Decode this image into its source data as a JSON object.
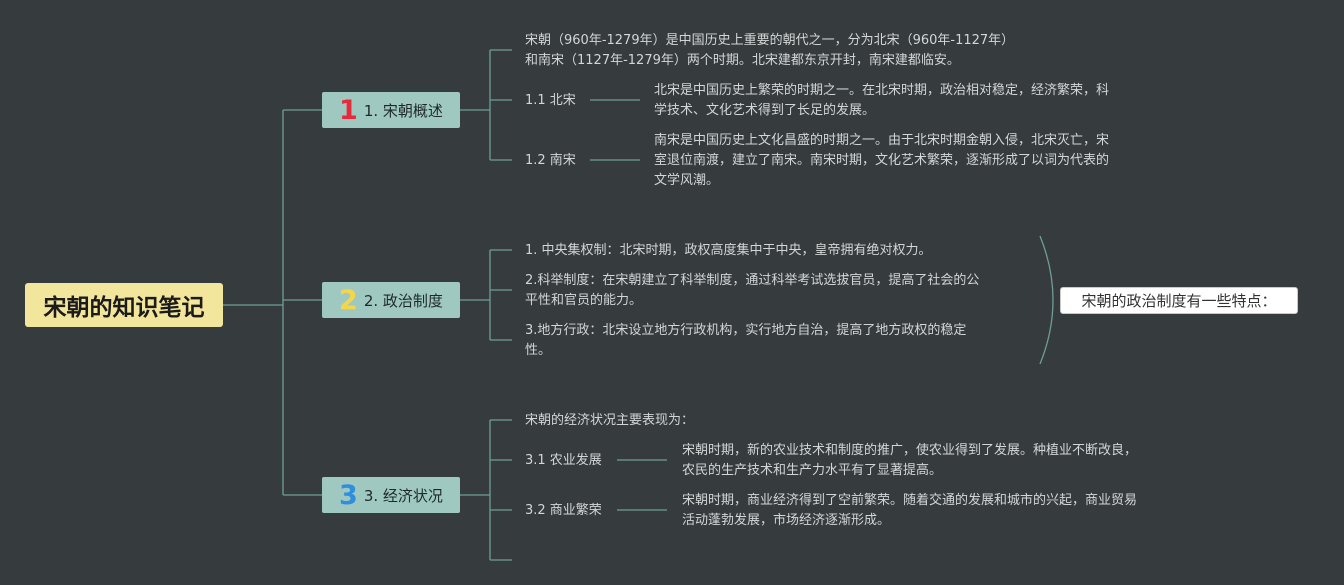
{
  "root": {
    "title": "宋朝的知识笔记"
  },
  "branches": [
    {
      "number": "1",
      "label": "1. 宋朝概述",
      "color": "#e8293c"
    },
    {
      "number": "2",
      "label": "2. 政治制度",
      "color": "#f5d54a"
    },
    {
      "number": "3",
      "label": "3. 经济状况",
      "color": "#2e8fdf"
    }
  ],
  "overview": {
    "intro_line1": "宋朝（960年-1279年）是中国历史上重要的朝代之一，分为北宋（960年-1127年）",
    "intro_line2": "和南宋（1127年-1279年）两个时期。北宋建都东京开封，南宋建都临安。",
    "north_label": "1.1 北宋",
    "north_line1": "北宋是中国历史上繁荣的时期之一。在北宋时期，政治相对稳定，经济繁荣，科",
    "north_line2": "学技术、文化艺术得到了长足的发展。",
    "south_label": "1.2 南宋",
    "south_line1": "南宋是中国历史上文化昌盛的时期之一。由于北宋时期金朝入侵，北宋灭亡，宋",
    "south_line2": "室退位南渡，建立了南宋。南宋时期，文化艺术繁荣，逐渐形成了以词为代表的",
    "south_line3": "文学风潮。"
  },
  "politics": {
    "item1": "1. 中央集权制：北宋时期，政权高度集中于中央，皇帝拥有绝对权力。",
    "item2_line1": "2.科举制度：在宋朝建立了科举制度，通过科举考试选拔官员，提高了社会的公",
    "item2_line2": "平性和官员的能力。",
    "item3_line1": "3.地方行政：北宋设立地方行政机构，实行地方自治，提高了地方政权的稳定",
    "item3_line2": "性。",
    "summary": "宋朝的政治制度有一些特点："
  },
  "economy": {
    "intro": "宋朝的经济状况主要表现为：",
    "agri_label": "3.1 农业发展",
    "agri_line1": "宋朝时期，新的农业技术和制度的推广，使农业得到了发展。种植业不断改良，",
    "agri_line2": "农民的生产技术和生产力水平有了显著提高。",
    "commerce_label": "3.2 商业繁荣",
    "commerce_line1": "宋朝时期，商业经济得到了空前繁荣。随着交通的发展和城市的兴起，商业贸易",
    "commerce_line2": "活动蓬勃发展，市场经济逐渐形成。"
  },
  "colors": {
    "line": "#6e9e95",
    "background": "#363b3e"
  }
}
